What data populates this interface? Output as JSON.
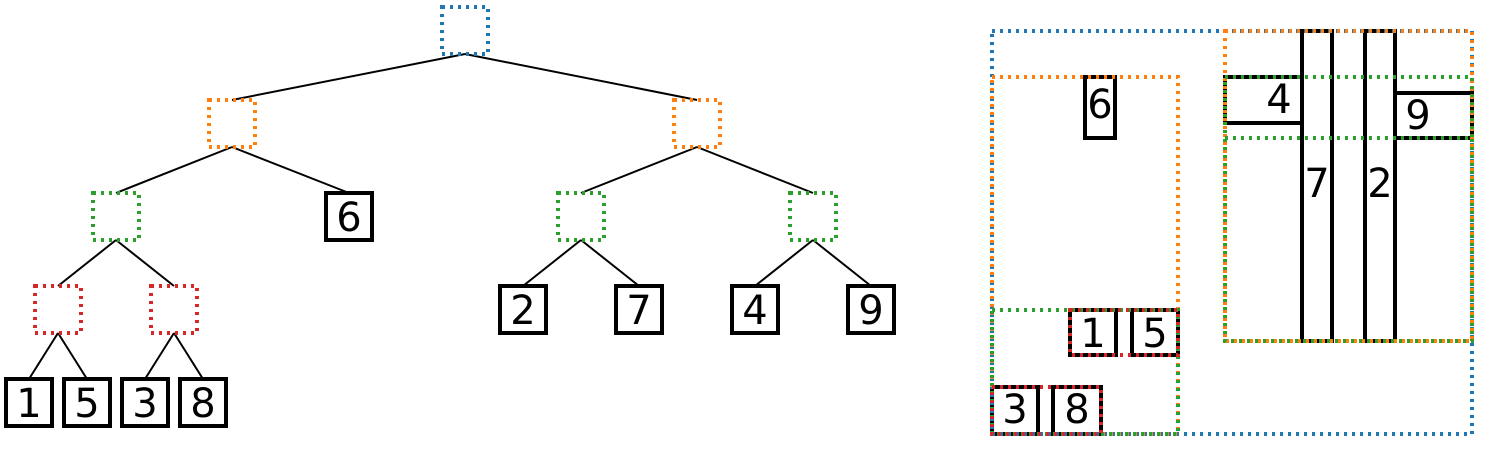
{
  "palette": {
    "blue": "#1f77b4",
    "orange": "#ff7f0e",
    "green": "#2ca02c",
    "red": "#d62728",
    "black": "#000000"
  },
  "tree": {
    "root": {
      "color": "blue",
      "children": [
        {
          "color": "orange",
          "children": [
            {
              "color": "green",
              "children": [
                {
                  "color": "red",
                  "children": [
                    {
                      "label": "1"
                    },
                    {
                      "label": "5"
                    }
                  ]
                },
                {
                  "color": "red",
                  "children": [
                    {
                      "label": "3"
                    },
                    {
                      "label": "8"
                    }
                  ]
                }
              ]
            },
            {
              "label": "6"
            }
          ]
        },
        {
          "color": "orange",
          "children": [
            {
              "color": "green",
              "children": [
                {
                  "label": "2"
                },
                {
                  "label": "7"
                }
              ]
            },
            {
              "color": "green",
              "children": [
                {
                  "label": "4"
                },
                {
                  "label": "9"
                }
              ]
            }
          ]
        }
      ]
    }
  },
  "layout_view": {
    "labels": [
      "6",
      "1",
      "5",
      "3",
      "8",
      "4",
      "9",
      "7",
      "2"
    ]
  }
}
